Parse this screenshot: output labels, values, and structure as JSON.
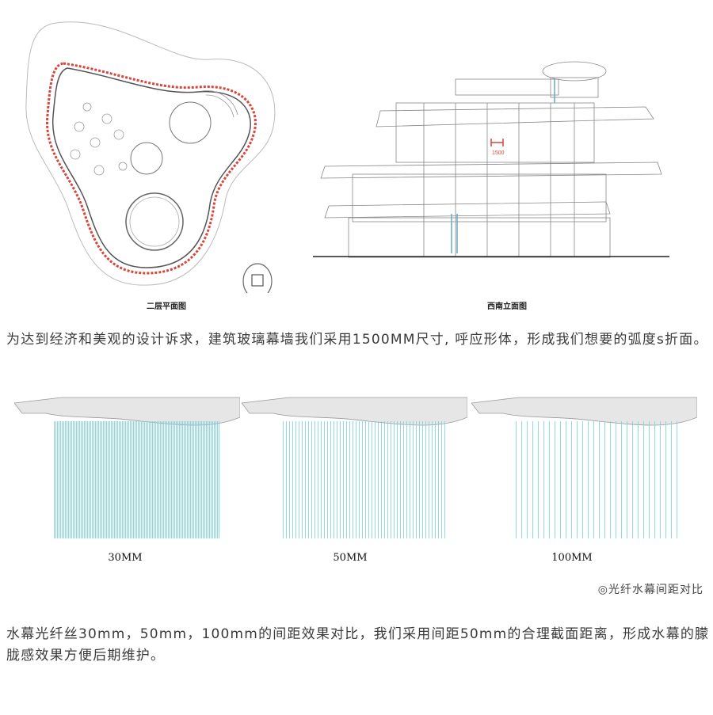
{
  "plan": {
    "caption": "二层平面图"
  },
  "elevation": {
    "caption": "西南立面图",
    "dimension_label": "1500"
  },
  "paragraph1": "为达到经济和美观的设计诉求，建筑玻璃幕墙我们采用1500MM尺寸, 呼应形体，形成我们想要的弧度s折面。",
  "spacing_panels": [
    {
      "label": "30MM"
    },
    {
      "label": "50MM"
    },
    {
      "label": "100MM"
    }
  ],
  "credit": "◎光纤水幕间距对比",
  "paragraph2": "水幕光纤丝30mm，50mm，100mm的间距效果对比，我们采用间距50mm的合理截面距离，形成水幕的朦胧感效果方便后期维护。",
  "colors": {
    "fiber": "#7fd3dc",
    "dashed_red": "#d9453a",
    "line": "#555555"
  }
}
